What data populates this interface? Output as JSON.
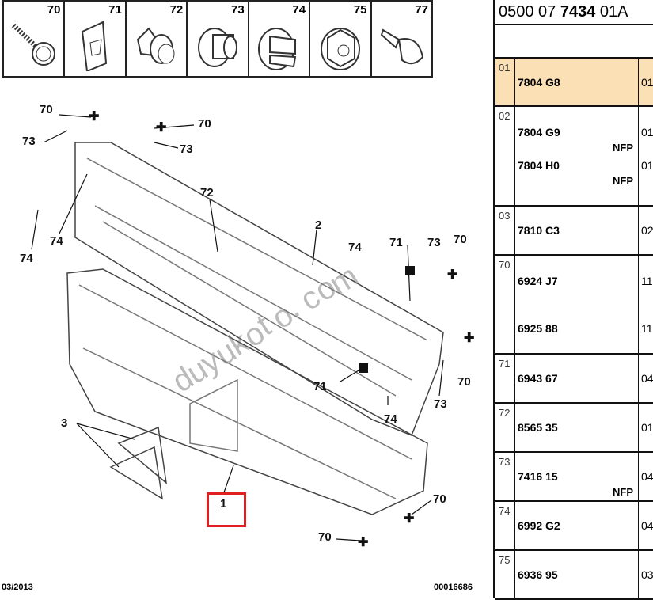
{
  "diagram": {
    "fastener_strip": [
      {
        "num": "70",
        "icon": "screw-washer-icon"
      },
      {
        "num": "71",
        "icon": "spring-clip-icon"
      },
      {
        "num": "72",
        "icon": "expansion-nut-icon"
      },
      {
        "num": "73",
        "icon": "grommet-icon"
      },
      {
        "num": "74",
        "icon": "clip-insert-icon"
      },
      {
        "num": "75",
        "icon": "flange-nut-icon"
      },
      {
        "num": "77",
        "icon": "buffer-stud-icon"
      }
    ],
    "callouts": [
      "70",
      "73",
      "70",
      "73",
      "72",
      "2",
      "74",
      "74",
      "71",
      "73",
      "70",
      "74",
      "70",
      "71",
      "73",
      "74",
      "3",
      "1",
      "70",
      "70"
    ],
    "highlighted_callout": "1",
    "highlight_color": "#e02020",
    "watermark": "duyukoto.com",
    "date": "03/2013",
    "figure_number": "00016686"
  },
  "table": {
    "header_prefix": "0500 07 ",
    "header_bold": "7434",
    "header_suffix": " 01A",
    "selected_color": "#fbe0b6",
    "rows": [
      {
        "idx": "01",
        "items": [
          {
            "ref": "7804 G8",
            "qty": "01"
          }
        ],
        "selected": true
      },
      {
        "idx": "02",
        "items": [
          {
            "ref": "7804 G9",
            "qty": "01",
            "nfp": "NFP"
          },
          {
            "ref": "7804 H0",
            "qty": "01",
            "nfp": "NFP"
          }
        ]
      },
      {
        "idx": "03",
        "items": [
          {
            "ref": "7810 C3",
            "qty": "02"
          }
        ]
      },
      {
        "idx": "70",
        "items": [
          {
            "ref": "6924 J7",
            "qty": "11"
          },
          {
            "ref": "6925 88",
            "qty": "11"
          }
        ]
      },
      {
        "idx": "71",
        "items": [
          {
            "ref": "6943 67",
            "qty": "04"
          }
        ]
      },
      {
        "idx": "72",
        "items": [
          {
            "ref": "8565 35",
            "qty": "01"
          }
        ]
      },
      {
        "idx": "73",
        "items": [
          {
            "ref": "7416 15",
            "qty": "04",
            "nfp": "NFP"
          }
        ]
      },
      {
        "idx": "74",
        "items": [
          {
            "ref": "6992 G2",
            "qty": "04"
          }
        ]
      },
      {
        "idx": "75",
        "items": [
          {
            "ref": "6936 95",
            "qty": "03"
          }
        ]
      }
    ]
  }
}
